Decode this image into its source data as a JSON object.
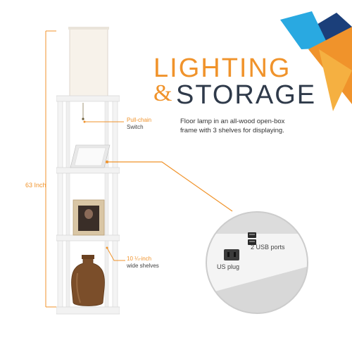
{
  "headline": {
    "line1": "LIGHTING",
    "ampersand": "&",
    "line2": "STORAGE"
  },
  "description": "Floor lamp in an all-wood open-box frame with 3 shelves for displaying.",
  "callouts": {
    "switch_line1": "Pull-chain",
    "switch_line2": "Switch",
    "height": "63 Inch",
    "shelves_line1": "10 ¼-inch",
    "shelves_line2": "wide shelves",
    "usb_ports": "2 USB ports",
    "us_plug": "US plug"
  },
  "colors": {
    "accent_orange": "#f0932b",
    "headline_dark": "#2f3a4a",
    "frame_white": "#f4f4f4",
    "logo_blue": "#29a9e1",
    "logo_navy": "#1b3f7a"
  }
}
